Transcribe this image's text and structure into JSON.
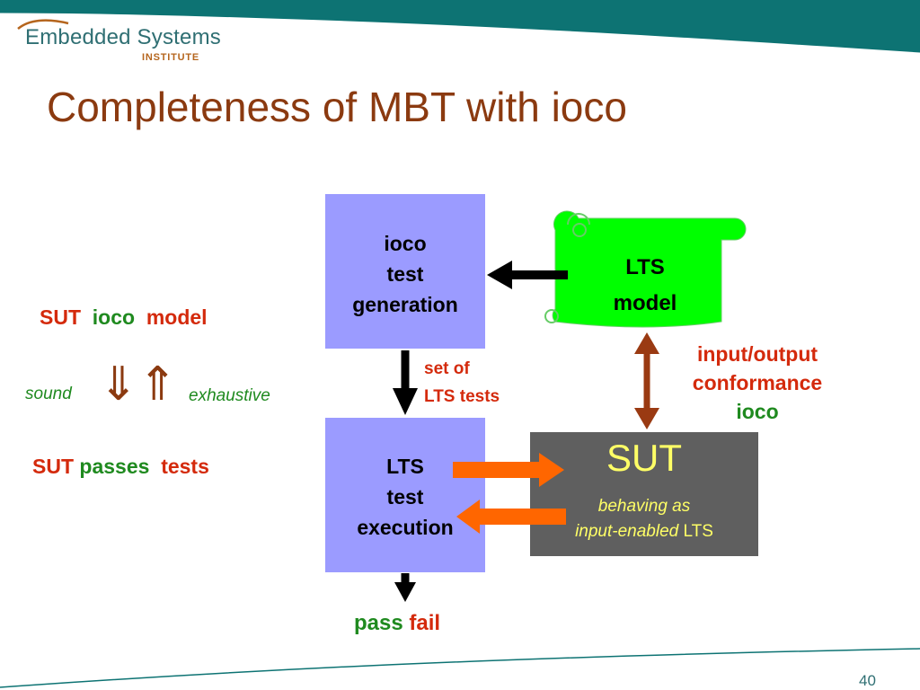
{
  "logo": {
    "line1": "Embedded Systems",
    "line2": "INSTITUTE"
  },
  "title": "Completeness of MBT with ioco",
  "left": {
    "top_statement": {
      "w1": "SUT",
      "w2": "ioco",
      "w3": "model"
    },
    "sound": "sound",
    "arrows": "⇓⇑",
    "exhaustive": "exhaustive",
    "bottom_statement": {
      "w1": "SUT",
      "w2": "passes",
      "w3": "tests"
    }
  },
  "diagram": {
    "generation_box": {
      "l1": "ioco",
      "l2": "test",
      "l3": "generation"
    },
    "execution_box": {
      "l1": "LTS",
      "l2": "test",
      "l3": "execution"
    },
    "model_scroll": {
      "l1": "LTS",
      "l2": "model"
    },
    "sut_box": {
      "title": "SUT",
      "sub1": "behaving as",
      "sub2_a": "input-enabled ",
      "sub2_b": "LTS"
    },
    "tests_label": {
      "l1": "set of",
      "l2": "LTS tests"
    },
    "conformance_label": {
      "l1": "input/output",
      "l2": "conformance",
      "l3": "ioco"
    },
    "verdict": {
      "pass": "pass",
      "fail": "fail"
    }
  },
  "page_number": "40",
  "colors": {
    "header_teal": "#0d7373",
    "box_blue": "#9b9bff",
    "scroll_green": "#00ff00",
    "sut_gray": "#5f5f5f",
    "orange_arrow": "#ff6600",
    "brown_arrow": "#9a3a12",
    "title_brown": "#8b3a10",
    "red_text": "#d42a0c",
    "green_text": "#1f8a1f",
    "sut_text_yellow": "#ffff66"
  },
  "icons": [
    "double-arrow-down-up-icon",
    "scroll-icon",
    "arrow-icon"
  ]
}
